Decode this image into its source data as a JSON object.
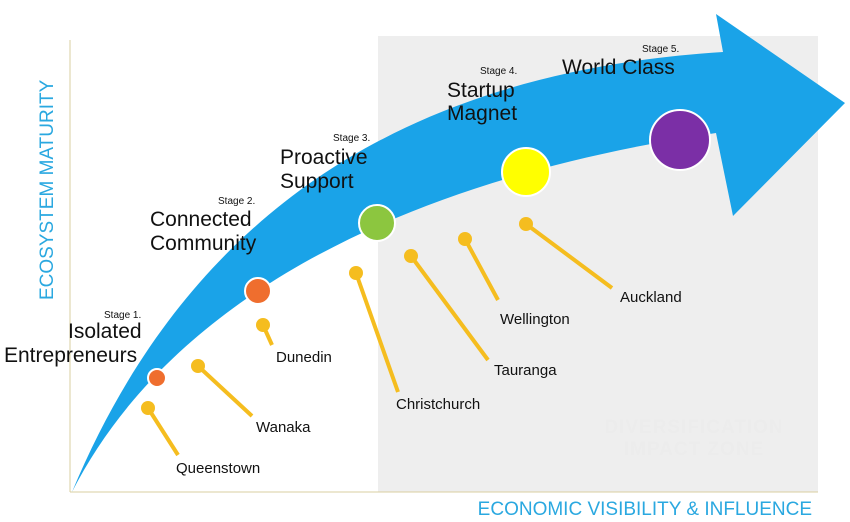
{
  "axes": {
    "y_label": "ECOSYSTEM MATURITY",
    "x_label": "ECONOMIC VISIBILITY & INFLUENCE"
  },
  "zone": {
    "line1": "DIVERSIFICATION",
    "line2": "IMPACT ZONE"
  },
  "colors": {
    "arrow": "#1aa3e8",
    "axis_text": "#2aa8e0",
    "zone_bg": "#eeeeee",
    "pin": "#f5bd1f"
  },
  "stages": [
    {
      "number": "Stage 1.",
      "title_lines": [
        "Isolated",
        "Entrepreneurs"
      ],
      "color": "#ef6e2e"
    },
    {
      "number": "Stage 2.",
      "title_lines": [
        "Connected",
        "Community"
      ],
      "color": "#ef6e2e"
    },
    {
      "number": "Stage 3.",
      "title_lines": [
        "Proactive",
        "Support"
      ],
      "color": "#8cc63f"
    },
    {
      "number": "Stage 4.",
      "title_lines": [
        "Startup",
        "Magnet"
      ],
      "color": "#ffff00"
    },
    {
      "number": "Stage 5.",
      "title_lines": [
        "World Class"
      ],
      "color": "#7b2fa6"
    }
  ],
  "cities": [
    "Queenstown",
    "Wanaka",
    "Dunedin",
    "Christchurch",
    "Tauranga",
    "Wellington",
    "Auckland"
  ]
}
